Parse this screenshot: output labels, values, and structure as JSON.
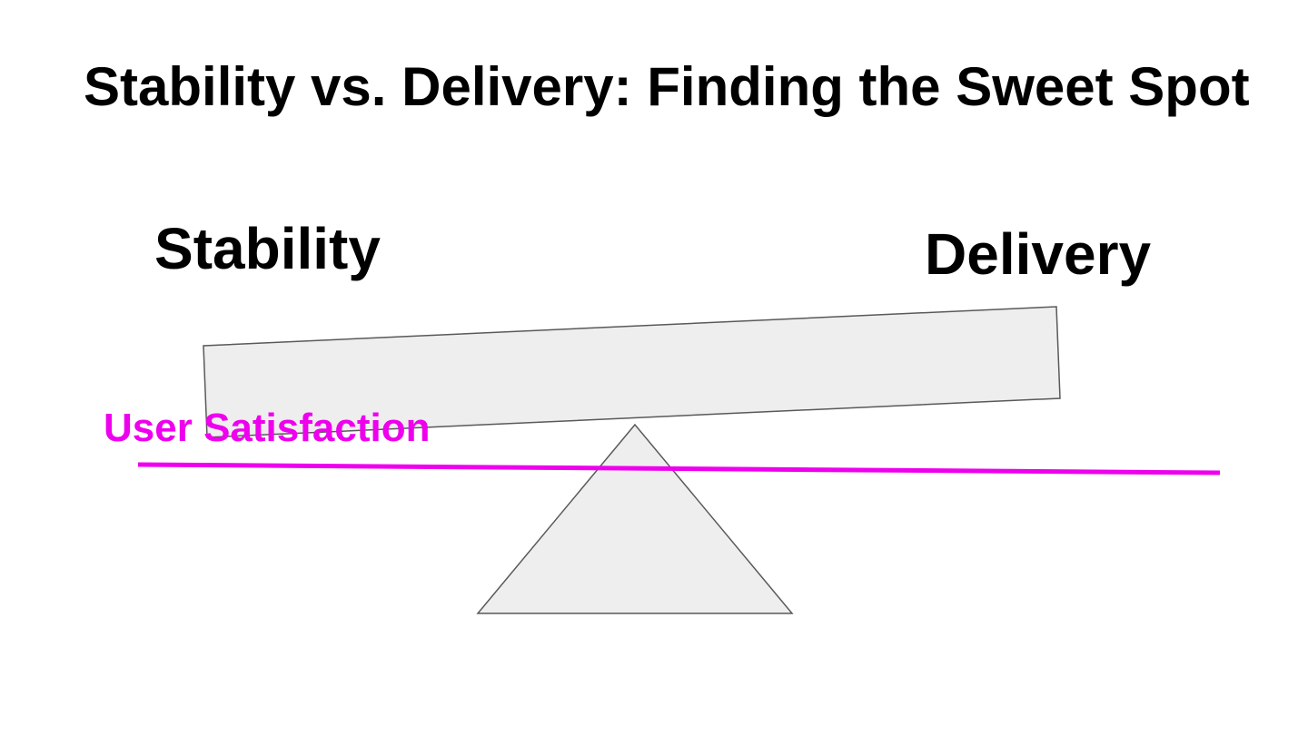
{
  "slide": {
    "title": "Stability vs. Delivery: Finding the Sweet Spot"
  },
  "seesaw": {
    "left_label": "Stability",
    "right_label": "Delivery",
    "fill_color": "#eeeeee",
    "stroke_color": "#595959"
  },
  "threshold": {
    "label": "User Satisfaction",
    "color": "#ee00ee"
  }
}
